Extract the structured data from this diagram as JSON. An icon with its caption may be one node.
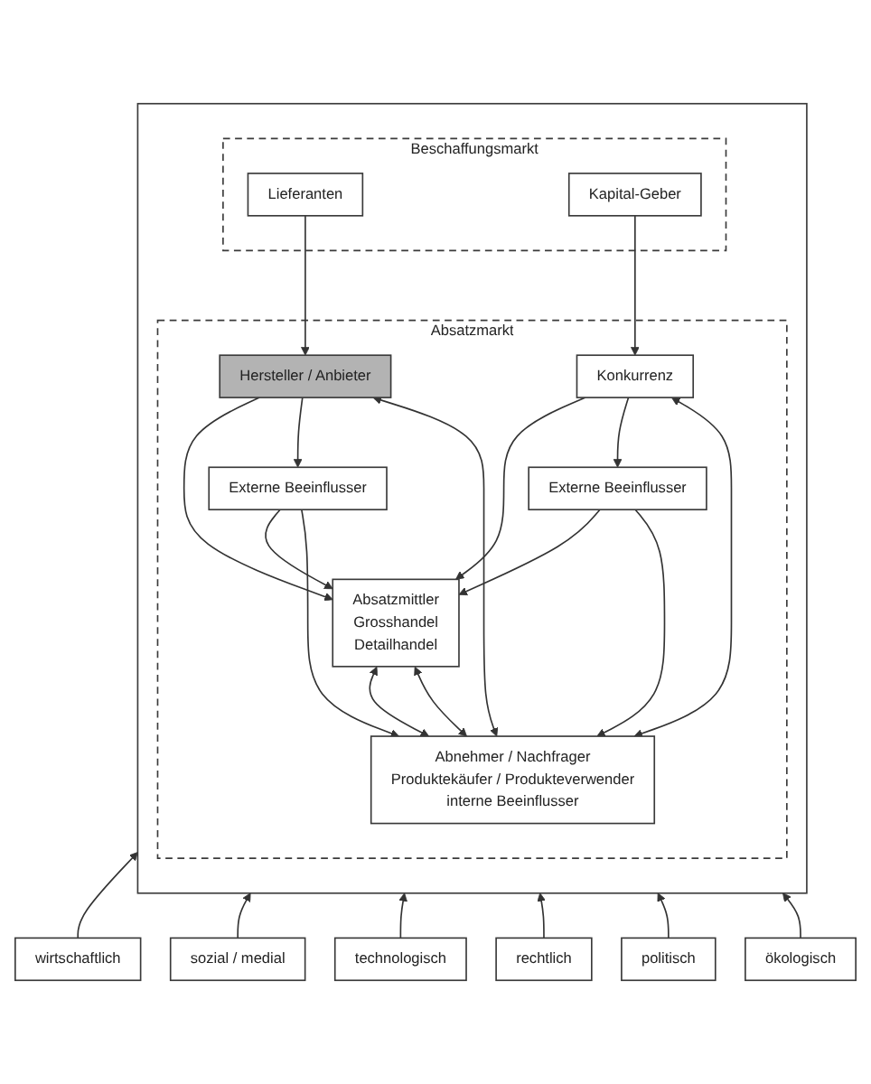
{
  "diagram": {
    "nodes": [
      {
        "text": [],
        "shape": "box"
      },
      {
        "text": [
          "Beschaffungsmarkt"
        ],
        "in": 0
      },
      {
        "text": [
          "Lieferanten"
        ],
        "in": 1
      },
      {
        "text": [
          "Kapital-Geber"
        ],
        "in": 1
      },
      {
        "text": [
          "Absatzmarkt"
        ],
        "in": 0
      },
      {
        "text": [
          "Hersteller / Anbieter"
        ],
        "in": 4
      },
      {
        "text": [
          "Konkurrenz"
        ],
        "in": 4
      },
      {
        "text": [
          "Absatzmittler",
          "Grosshandel",
          "Detailhandel"
        ],
        "in": 4
      },
      {
        "text": [
          "Externe Beeinflusser"
        ],
        "in": 4
      },
      {
        "text": [
          "Externe Beeinflusser"
        ],
        "in": 4
      },
      {
        "text": [
          "Abnehmer / Nachfrager",
          "Produktekäufer / Produkteverwender",
          "interne Beeinflusser"
        ],
        "in": 4
      },
      {
        "text": [
          "wirtschaftlich"
        ]
      },
      {
        "text": [
          "sozial / medial"
        ]
      },
      {
        "text": [
          "technologisch"
        ]
      },
      {
        "text": [
          "rechtlich"
        ]
      },
      {
        "text": [
          "politisch"
        ]
      },
      {
        "text": [
          "ökologisch"
        ]
      }
    ],
    "edges": [
      {
        "from": 2,
        "to": 5,
        "arrow": "to"
      },
      {
        "from": 3,
        "to": 6,
        "arrow": "to"
      },
      {
        "from": 5,
        "to": 7,
        "arrow": "to"
      },
      {
        "from": 6,
        "to": 7,
        "arrow": "to"
      },
      {
        "from": 5,
        "to": 8,
        "arrow": "to"
      },
      {
        "from": 6,
        "to": 9,
        "arrow": "to"
      },
      {
        "from": 8,
        "to": 7,
        "arrow": "to"
      },
      {
        "from": 9,
        "to": 7,
        "arrow": "to"
      },
      {
        "from": 8,
        "to": 10,
        "arrow": "to"
      },
      {
        "from": 9,
        "to": 10,
        "arrow": "to"
      },
      {
        "from": 7,
        "to": 10,
        "arrow": "both"
      },
      {
        "from": 7,
        "to": 10,
        "arrow": "both"
      },
      {
        "from": 5,
        "to": 10,
        "arrow": "both"
      },
      {
        "from": 6,
        "to": 10,
        "arrow": "both"
      },
      {
        "from": 11,
        "to": 0,
        "arrow": "to"
      },
      {
        "from": 12,
        "to": 0,
        "arrow": "to"
      },
      {
        "from": 13,
        "to": 0,
        "arrow": "to"
      },
      {
        "from": 14,
        "to": 0,
        "arrow": "to"
      },
      {
        "from": 15,
        "to": 0,
        "arrow": "to"
      },
      {
        "from": 16,
        "to": 0,
        "arrow": "to"
      }
    ]
  }
}
